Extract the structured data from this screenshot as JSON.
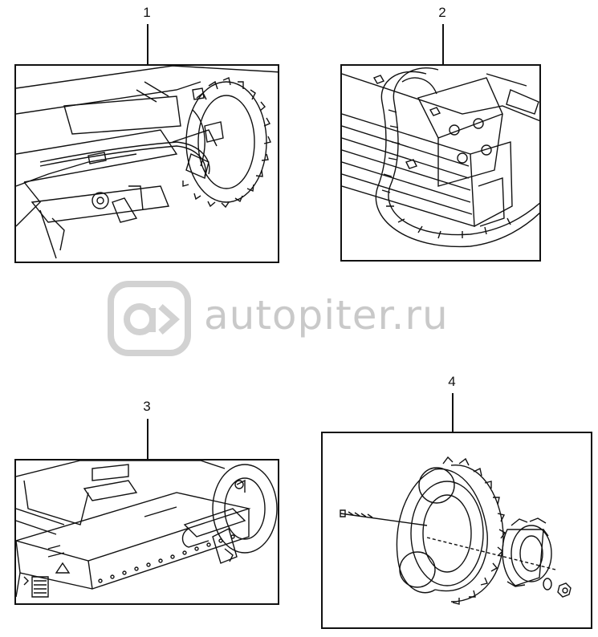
{
  "figures": [
    {
      "label": "1",
      "name": "view-wheel-cable"
    },
    {
      "label": "2",
      "name": "view-cable-bracket"
    },
    {
      "label": "3",
      "name": "view-wheel-mount"
    },
    {
      "label": "4",
      "name": "view-wheel-exploded"
    }
  ],
  "watermark": {
    "text": "autopiter.ru",
    "icon": "autopiter-logo-icon",
    "color": "#c9c9c9"
  }
}
